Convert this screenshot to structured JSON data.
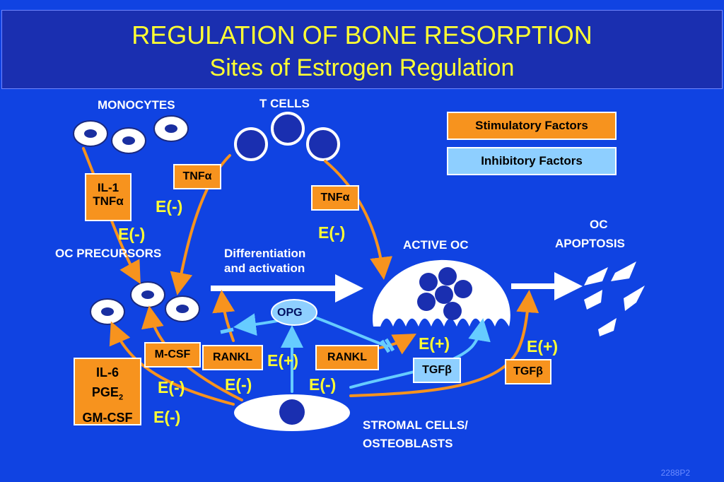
{
  "title": "REGULATION OF BONE RESORPTION",
  "subtitle": "Sites of Estrogen Regulation",
  "legend": {
    "stimulatory": "Stimulatory Factors",
    "inhibitory": "Inhibitory Factors",
    "colors": {
      "stimulatory": "#f7931e",
      "inhibitory": "#8ecfff"
    }
  },
  "labels": {
    "monocytes": "MONOCYTES",
    "t_cells": "T CELLS",
    "oc_precursors": "OC PRECURSORS",
    "differentiation_1": "Differentiation",
    "differentiation_2": "and activation",
    "active_oc": "ACTIVE OC",
    "oc_apoptosis_1": "OC",
    "oc_apoptosis_2": "APOPTOSIS",
    "stromal_1": "STROMAL CELLS/",
    "stromal_2": "OSTEOBLASTS"
  },
  "factors": {
    "il1_line1": "IL-1",
    "il1_line2": "TNF",
    "tnf_alpha_left": "TNF",
    "tnf_alpha_right": "TNF",
    "alpha": "α",
    "beta": "β",
    "il6_line1": "IL-6",
    "il6_line2": "PGE",
    "il6_sub": "2",
    "il6_line3": "GM-CSF",
    "mcsf": "M-CSF",
    "rankl_left": "RANKL",
    "rankl_right": "RANKL",
    "opg": "OPG",
    "tgf_inhib": "TGF",
    "tgf_stim": "TGF"
  },
  "estrogen_effects": {
    "e_minus": "E(-)",
    "e_plus": "E(+)"
  },
  "footer": "2288P2",
  "colors": {
    "title": "#ffff33",
    "background": "#1043e2",
    "arrow_orange": "#f7931e",
    "arrow_blue": "#66ccff"
  }
}
